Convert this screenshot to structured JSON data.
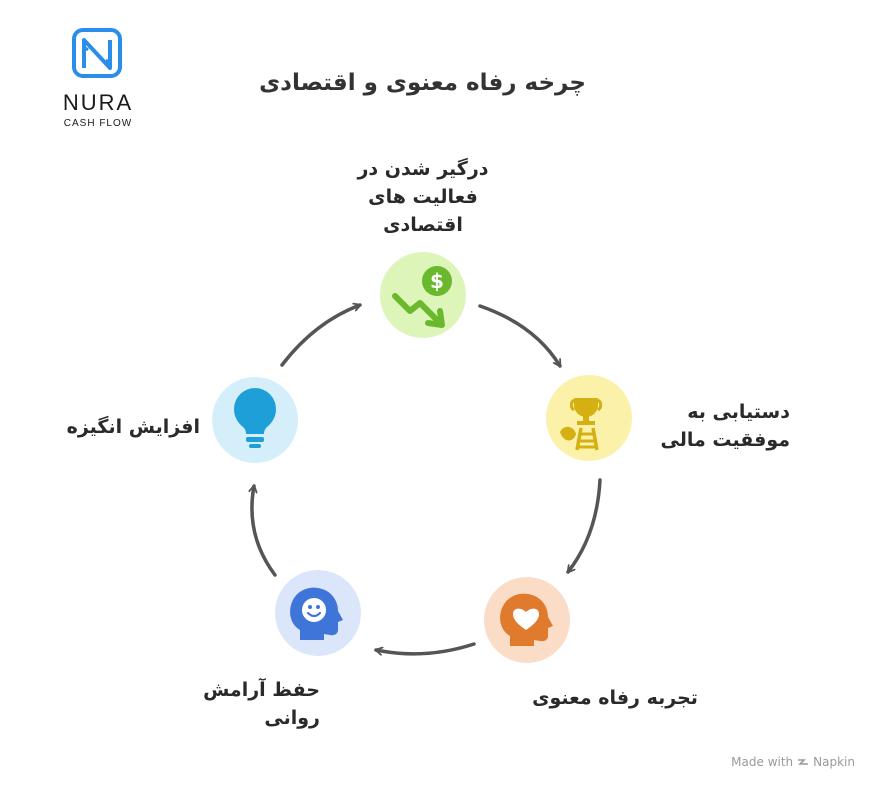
{
  "logo": {
    "name": "NURA",
    "tagline": "CASH FLOW",
    "color": "#2a8ee8"
  },
  "title": "چرخه رفاه معنوی و اقتصادی",
  "nodes": [
    {
      "id": "economic-activity",
      "lines": [
        "درگیر شدن در",
        "فعالیت های",
        "اقتصادی"
      ],
      "color": "#ddf5b8",
      "icon": "dollar-down-arrow-icon"
    },
    {
      "id": "financial-success",
      "lines": [
        "دستیابی به",
        "موفقیت مالی"
      ],
      "color": "#fbf1a8",
      "icon": "trophy-ladder-icon"
    },
    {
      "id": "spiritual-welfare",
      "lines": [
        "تجربه رفاه معنوی"
      ],
      "color": "#fbdcc6",
      "icon": "heart-head-icon"
    },
    {
      "id": "peace-of-mind",
      "lines": [
        "حفظ آرامش",
        "روانی"
      ],
      "color": "#dce6fb",
      "icon": "smiling-head-icon"
    },
    {
      "id": "motivation",
      "lines": [
        "افزایش انگیزه"
      ],
      "color": "#d5effa",
      "icon": "lightbulb-icon"
    }
  ],
  "credit": {
    "prefix": "Made with",
    "brand": "Napkin"
  }
}
